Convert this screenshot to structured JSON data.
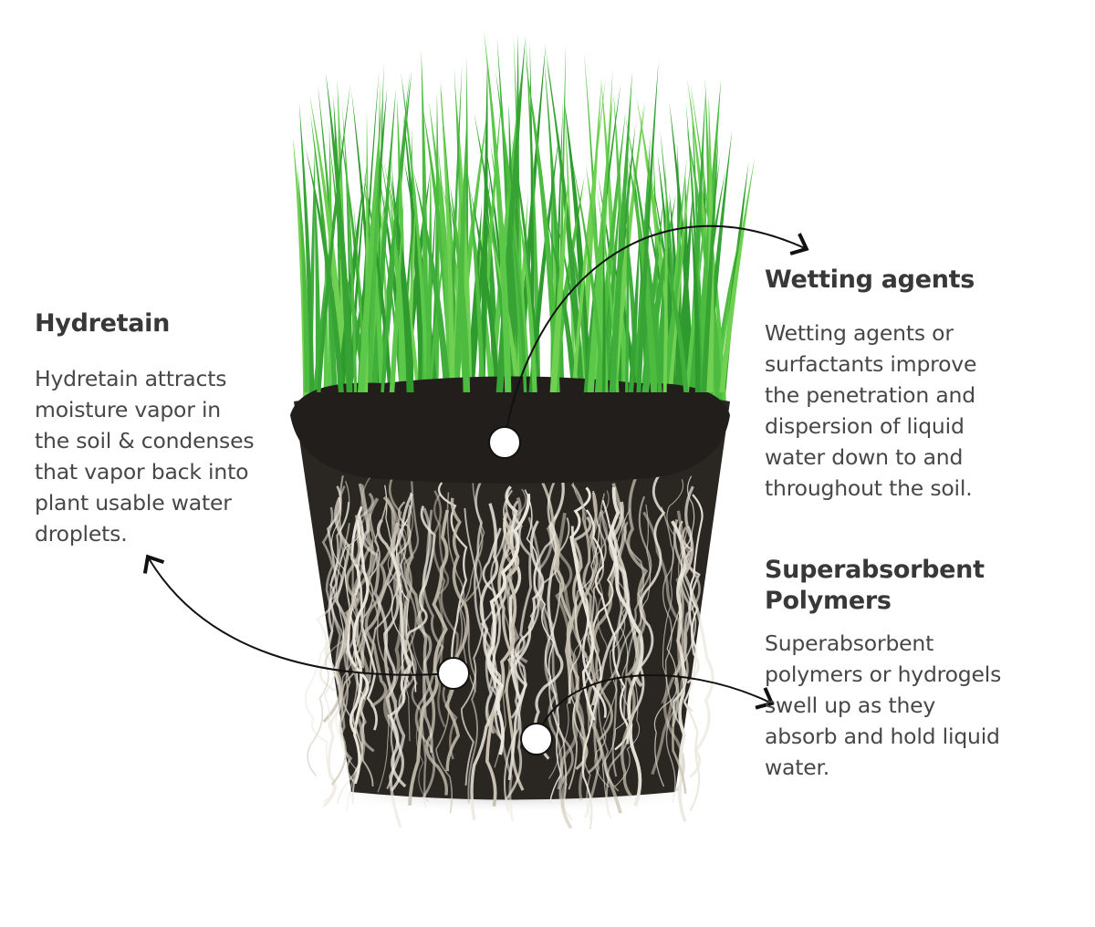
{
  "callouts": [
    {
      "title_lines": [
        "Hydretain"
      ],
      "body_lines": [
        "Hydretain attracts",
        "moisture vapor in",
        "the soil & condenses",
        "that vapor back into",
        "plant usable water",
        "droplets."
      ]
    },
    {
      "title_lines": [
        "Wetting agents"
      ],
      "body_lines": [
        "Wetting agents or",
        "surfactants improve",
        "the penetration and",
        "dispersion of liquid",
        "water down to and",
        "throughout the soil."
      ]
    },
    {
      "title_lines": [
        "Superabsorbent",
        "Polymers"
      ],
      "body_lines": [
        "Superabsorbent",
        "polymers or hydrogels",
        "swell up as they",
        "absorb and hold liquid",
        "water."
      ]
    }
  ],
  "colors": {
    "grass": "#3fae3a",
    "soil": "#2a2622",
    "root": "#e8e4da",
    "text": "#474747"
  }
}
